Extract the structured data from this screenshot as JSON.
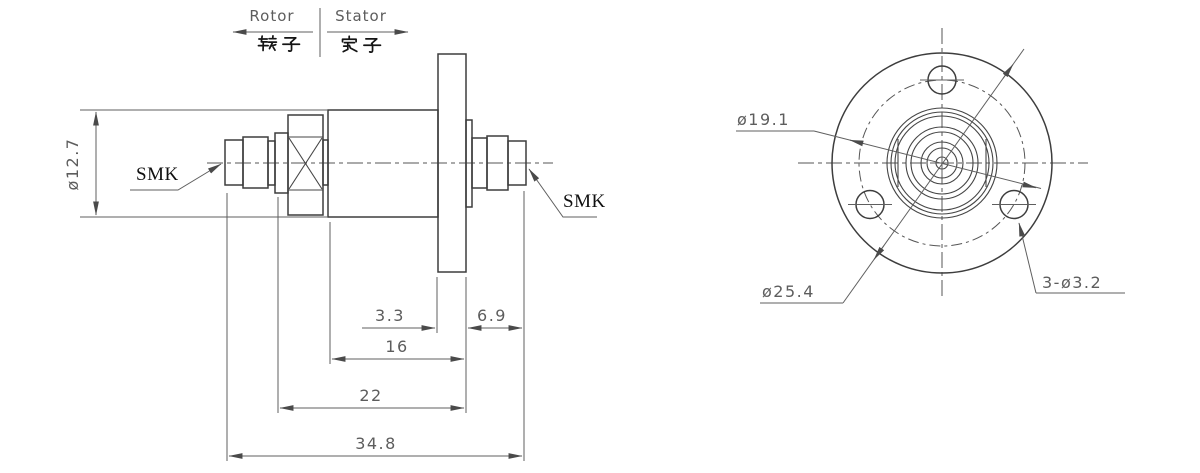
{
  "colors": {
    "background": "#ffffff",
    "object_line": "#3d3d3d",
    "thin_line": "#5f5f5f",
    "dimension_text": "#5d5d5d",
    "dark_text": "#101010"
  },
  "header": {
    "rotor_en": "Rotor",
    "stator_en": "Stator",
    "rotor_cn": "转子",
    "stator_cn": "定子"
  },
  "side_view": {
    "left_connector_label": "SMK",
    "right_connector_label": "SMK",
    "diameter_dim": "ø12.7",
    "dim_flange_thickness": "3.3",
    "dim_stator_tail": "6.9",
    "dim_body_to_flange": "16",
    "dim_rotor_section": "22",
    "dim_overall_length": "34.8"
  },
  "front_view": {
    "bolt_circle_dim": "ø19.1",
    "flange_diameter_dim": "ø25.4",
    "mounting_holes_dim": "3-ø3.2"
  }
}
